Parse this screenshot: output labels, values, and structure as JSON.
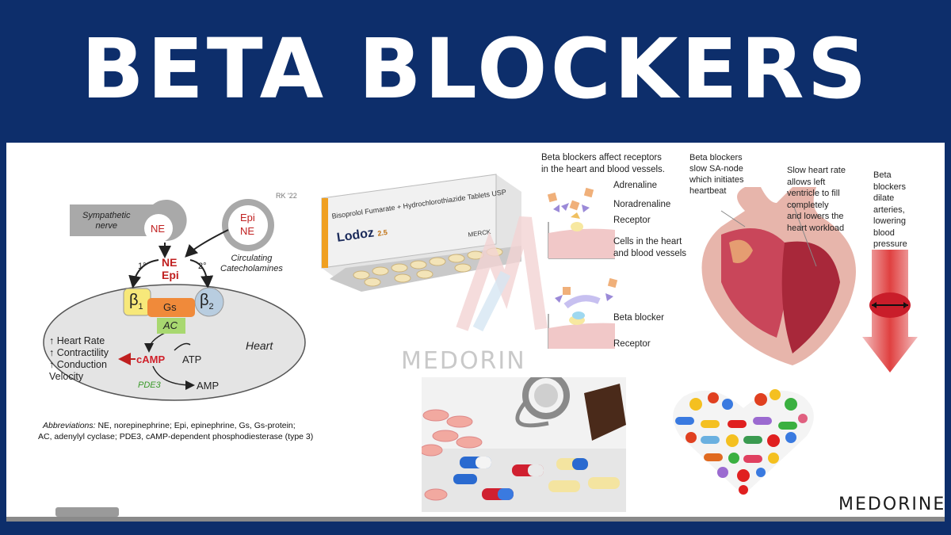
{
  "header": {
    "title": "BETA BLOCKERS"
  },
  "pathway": {
    "rk_label": "RK '22",
    "sympathetic_nerve": "Sympathetic\nnerve",
    "ne_node": "NE",
    "epi_node": "Epi",
    "ne_node2": "NE",
    "circulating": "Circulating\nCatecholamines",
    "ne_epi_top": "NE",
    "ne_epi_bottom": "Epi",
    "one_deg": "1°",
    "two_deg": "2°",
    "beta1": "β",
    "beta1_sub": "1",
    "beta2": "β",
    "beta2_sub": "2",
    "gs": "Gs",
    "ac": "AC",
    "heart": "Heart",
    "effects": "↑ Heart Rate\n↑ Contractility\n↑ Conduction\n    Velocity",
    "camp": "cAMP",
    "atp": "ATP",
    "pde3": "PDE3",
    "amp": "AMP",
    "abbr_lead": "Abbreviations:",
    "abbr_line1": " NE, norepinephrine; Epi, epinephrine, Gs, Gs-protein;",
    "abbr_line2": "AC, adenylyl cyclase; PDE3, cAMP-dependent phosphodiesterase (type 3)"
  },
  "product": {
    "box_text": "Bisoprolol Fumarate + Hydrochlorothiazide Tablets USP",
    "brand": "Lodoz",
    "strength": "2.5",
    "maker": "MERCK"
  },
  "receptor_diagram": {
    "caption": "Beta blockers affect receptors\nin the heart and blood vessels.",
    "adrenaline": "Adrenaline",
    "noradrenaline": "Noradrenaline",
    "receptor": "Receptor",
    "cells": "Cells in the heart\nand blood vessels",
    "beta_blocker": "Beta blocker",
    "receptor2": "Receptor"
  },
  "heart_diagram": {
    "sa_node": "Beta blockers\nslow SA-node\nwhich initiates\nheartbeat",
    "slow_rate": "Slow heart rate\nallows left\nventricle to fill\ncompletely\nand lowers the\nheart workload",
    "dilate": "Beta\nblockers\ndilate\narteries,\nlowering\nblood\npressure"
  },
  "watermarks": {
    "center": "MEDORIN",
    "corner": "MEDORINE"
  },
  "colors": {
    "header_bg": "#0d2e6b",
    "camp_red": "#d0202a",
    "pde3_green": "#3a9a2a",
    "box_orange": "#f08a3a",
    "ac_green": "#a8d870"
  }
}
